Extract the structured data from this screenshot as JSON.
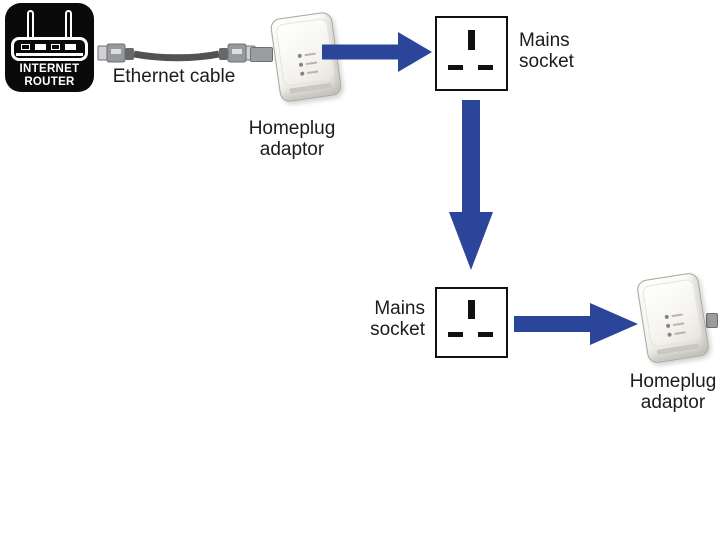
{
  "router": {
    "label_line1": "INTERNET",
    "label_line2": "ROUTER"
  },
  "ethernet_cable": {
    "label": "Ethernet cable"
  },
  "homeplug_1": {
    "label_line1": "Homeplug",
    "label_line2": "adaptor"
  },
  "homeplug_2": {
    "label_line1": "Homeplug",
    "label_line2": "adaptor"
  },
  "mains_socket_1": {
    "label_line1": "Mains",
    "label_line2": "socket"
  },
  "mains_socket_2": {
    "label_line1": "Mains",
    "label_line2": "socket"
  },
  "colors": {
    "arrow_blue": "#2a4599",
    "router_black": "#0a0a0a",
    "text_black": "#1c1c1e",
    "cable_gray": "#515254",
    "socket_border": "#111111"
  }
}
